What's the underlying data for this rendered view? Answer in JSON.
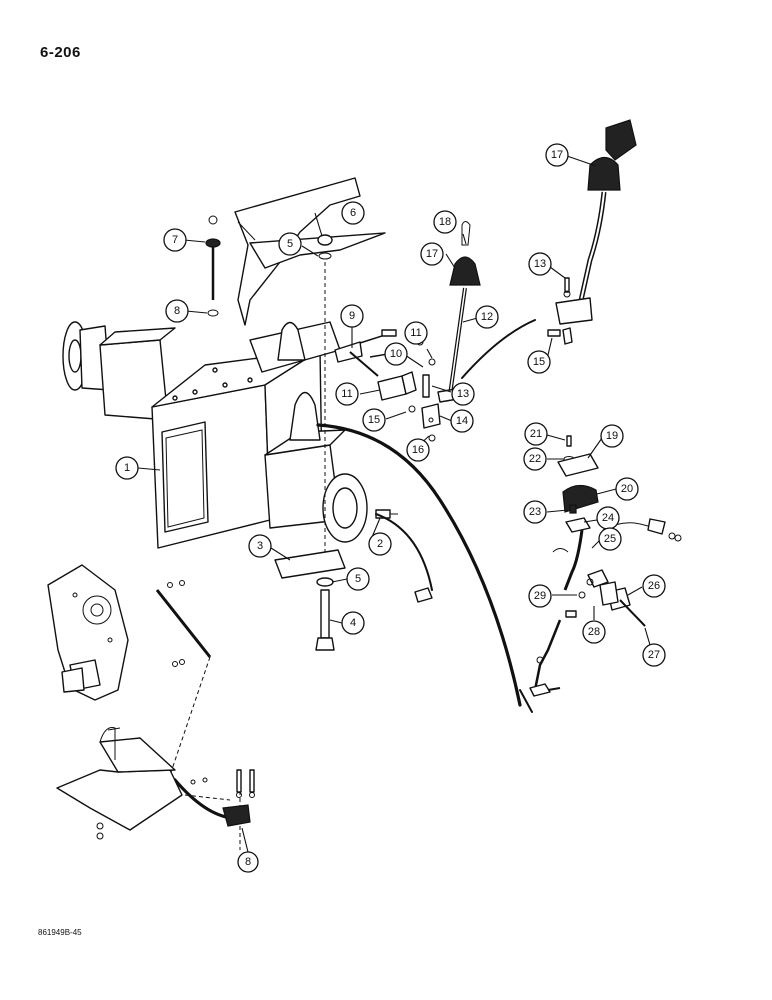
{
  "page": {
    "page_number": "6-206",
    "figure_code": "861949B-45"
  },
  "callouts": [
    {
      "id": "c1",
      "label": "1"
    },
    {
      "id": "c2",
      "label": "2"
    },
    {
      "id": "c3",
      "label": "3"
    },
    {
      "id": "c4",
      "label": "4"
    },
    {
      "id": "c5a",
      "label": "5"
    },
    {
      "id": "c5b",
      "label": "5"
    },
    {
      "id": "c6",
      "label": "6"
    },
    {
      "id": "c7",
      "label": "7"
    },
    {
      "id": "c8",
      "label": "8"
    },
    {
      "id": "c9",
      "label": "9"
    },
    {
      "id": "c10",
      "label": "10"
    },
    {
      "id": "c11a",
      "label": "11"
    },
    {
      "id": "c11b",
      "label": "11"
    },
    {
      "id": "c12",
      "label": "12"
    },
    {
      "id": "c13a",
      "label": "13"
    },
    {
      "id": "c13b",
      "label": "13"
    },
    {
      "id": "c14",
      "label": "14"
    },
    {
      "id": "c15a",
      "label": "15"
    },
    {
      "id": "c15b",
      "label": "15"
    },
    {
      "id": "c16",
      "label": "16"
    },
    {
      "id": "c17a",
      "label": "17"
    },
    {
      "id": "c17b",
      "label": "17"
    },
    {
      "id": "c18",
      "label": "18"
    },
    {
      "id": "c19",
      "label": "19"
    },
    {
      "id": "c20",
      "label": "20"
    },
    {
      "id": "c21",
      "label": "21"
    },
    {
      "id": "c22",
      "label": "22"
    },
    {
      "id": "c23",
      "label": "23"
    },
    {
      "id": "c24",
      "label": "24"
    },
    {
      "id": "c25",
      "label": "25"
    },
    {
      "id": "c26",
      "label": "26"
    },
    {
      "id": "c27",
      "label": "27"
    },
    {
      "id": "c28",
      "label": "28"
    },
    {
      "id": "c29",
      "label": "29"
    },
    {
      "id": "c8b",
      "label": "8"
    }
  ]
}
